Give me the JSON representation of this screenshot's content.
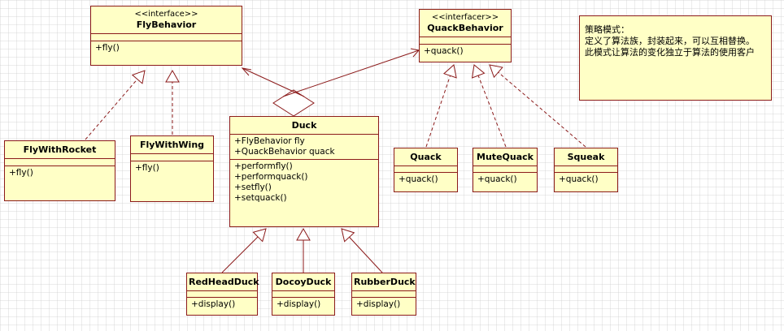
{
  "classes": [
    {
      "id": "flybehavior",
      "stereotype": "<<interface>>",
      "name": "FlyBehavior",
      "attributes": [],
      "methods": [
        "+fly()"
      ]
    },
    {
      "id": "quackbehavior",
      "stereotype": "<<interfacer>>",
      "name": "QuackBehavior",
      "attributes": [],
      "methods": [
        "+quack()"
      ]
    },
    {
      "id": "duck",
      "stereotype": "",
      "name": "Duck",
      "attributes": [
        "+FlyBehavior fly",
        "+QuackBehavior quack"
      ],
      "methods": [
        "+performfly()",
        "+performquack()",
        "+setfly()",
        "+setquack()"
      ]
    },
    {
      "id": "flywithrocket",
      "stereotype": "",
      "name": "FlyWithRocket",
      "attributes": [],
      "methods": [
        "+fly()"
      ]
    },
    {
      "id": "flywithwing",
      "stereotype": "",
      "name": "FlyWithWing",
      "attributes": [],
      "methods": [
        "+fly()"
      ]
    },
    {
      "id": "quack",
      "stereotype": "",
      "name": "Quack",
      "attributes": [],
      "methods": [
        "+quack()"
      ]
    },
    {
      "id": "mutequack",
      "stereotype": "",
      "name": "MuteQuack",
      "attributes": [],
      "methods": [
        "+quack()"
      ]
    },
    {
      "id": "squeak",
      "stereotype": "",
      "name": "Squeak",
      "attributes": [],
      "methods": [
        "+quack()"
      ]
    },
    {
      "id": "redheadduck",
      "stereotype": "",
      "name": "RedHeadDuck",
      "attributes": [],
      "methods": [
        "+display()"
      ]
    },
    {
      "id": "docoyduck",
      "stereotype": "",
      "name": "DocoyDuck",
      "attributes": [],
      "methods": [
        "+display()"
      ]
    },
    {
      "id": "rubberduck",
      "stereotype": "",
      "name": "RubberDuck",
      "attributes": [],
      "methods": [
        "+display()"
      ]
    }
  ],
  "relations": [
    {
      "type": "realization",
      "from": "flywithrocket",
      "to": "flybehavior"
    },
    {
      "type": "realization",
      "from": "flywithwing",
      "to": "flybehavior"
    },
    {
      "type": "realization",
      "from": "quack",
      "to": "quackbehavior"
    },
    {
      "type": "realization",
      "from": "mutequack",
      "to": "quackbehavior"
    },
    {
      "type": "realization",
      "from": "squeak",
      "to": "quackbehavior"
    },
    {
      "type": "aggregation",
      "from": "duck",
      "to": "flybehavior"
    },
    {
      "type": "aggregation",
      "from": "duck",
      "to": "quackbehavior"
    },
    {
      "type": "generalization",
      "from": "redheadduck",
      "to": "duck"
    },
    {
      "type": "generalization",
      "from": "docoyduck",
      "to": "duck"
    },
    {
      "type": "generalization",
      "from": "rubberduck",
      "to": "duck"
    }
  ],
  "note": {
    "lines": [
      "策略模式：",
      "定义了算法族，封装起来，可以互相替换。",
      "此模式让算法的变化独立于算法的使用客户"
    ]
  },
  "colors": {
    "fill": "#ffffc6",
    "border": "#8b1a1a",
    "line": "#8b1a1a"
  }
}
